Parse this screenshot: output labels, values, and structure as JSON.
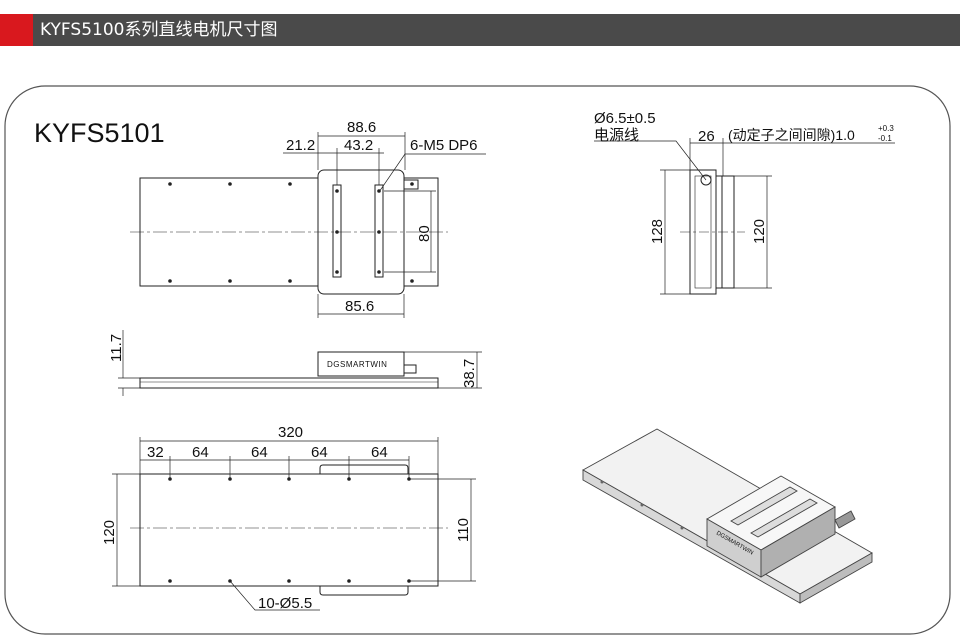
{
  "header": {
    "title": "KYFS5100系列直线电机尺寸图",
    "accent_color": "#d9181e",
    "bar_color": "#4a4a4a"
  },
  "drawing": {
    "model": "KYFS5101",
    "top_view": {
      "dim_overall_width": "88.6",
      "dim_left_offset": "21.2",
      "dim_slot_spacing": "43.2",
      "dim_hole_spec": "6-M5 DP6",
      "dim_slot_length": "80",
      "dim_carriage_width": "85.6"
    },
    "side_view": {
      "dim_base_height": "11.7",
      "dim_total_height": "38.7",
      "brand": "DGSMARTWIN"
    },
    "end_view": {
      "dim_diameter": "Ø6.5±0.5",
      "cable_label": "电源线",
      "dim_gap": "26",
      "gap_note": "(动定子之间间隙)1.0",
      "tol_upper": "+0.3",
      "tol_lower": "-0.1",
      "dim_carriage_height": "128",
      "dim_base_height": "120"
    },
    "base_view": {
      "dim_length": "320",
      "dim_pitches": [
        "32",
        "64",
        "64",
        "64",
        "64"
      ],
      "dim_width": "120",
      "dim_hole_span": "110",
      "dim_holes": "10-Ø5.5"
    },
    "iso_view": {
      "brand": "DGSMARTWIN"
    }
  }
}
